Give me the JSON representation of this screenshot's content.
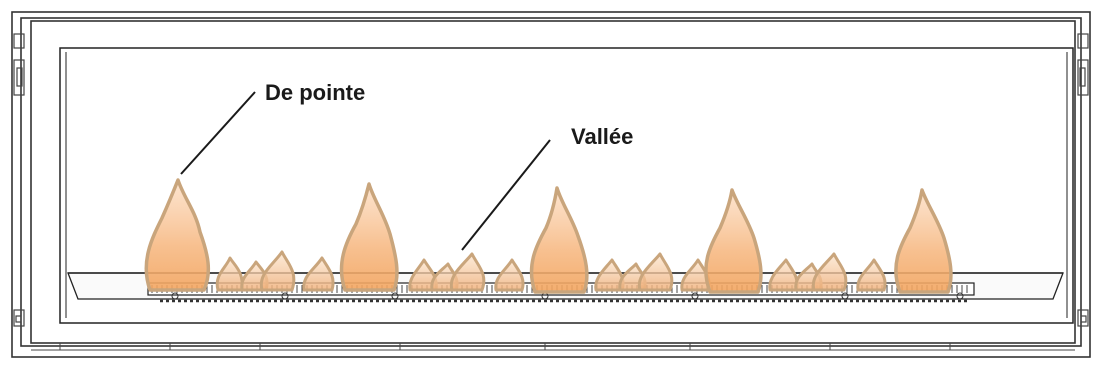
{
  "labels": {
    "peak": "De pointe",
    "valley": "Vallée"
  },
  "colors": {
    "frame_stroke": "#333333",
    "flame_fill": "#f6b780",
    "flame_stroke": "#c8a77e",
    "leader_line": "#1a1a1a"
  },
  "icons": {
    "flame": "flame-icon",
    "burner": "burner-tray"
  }
}
